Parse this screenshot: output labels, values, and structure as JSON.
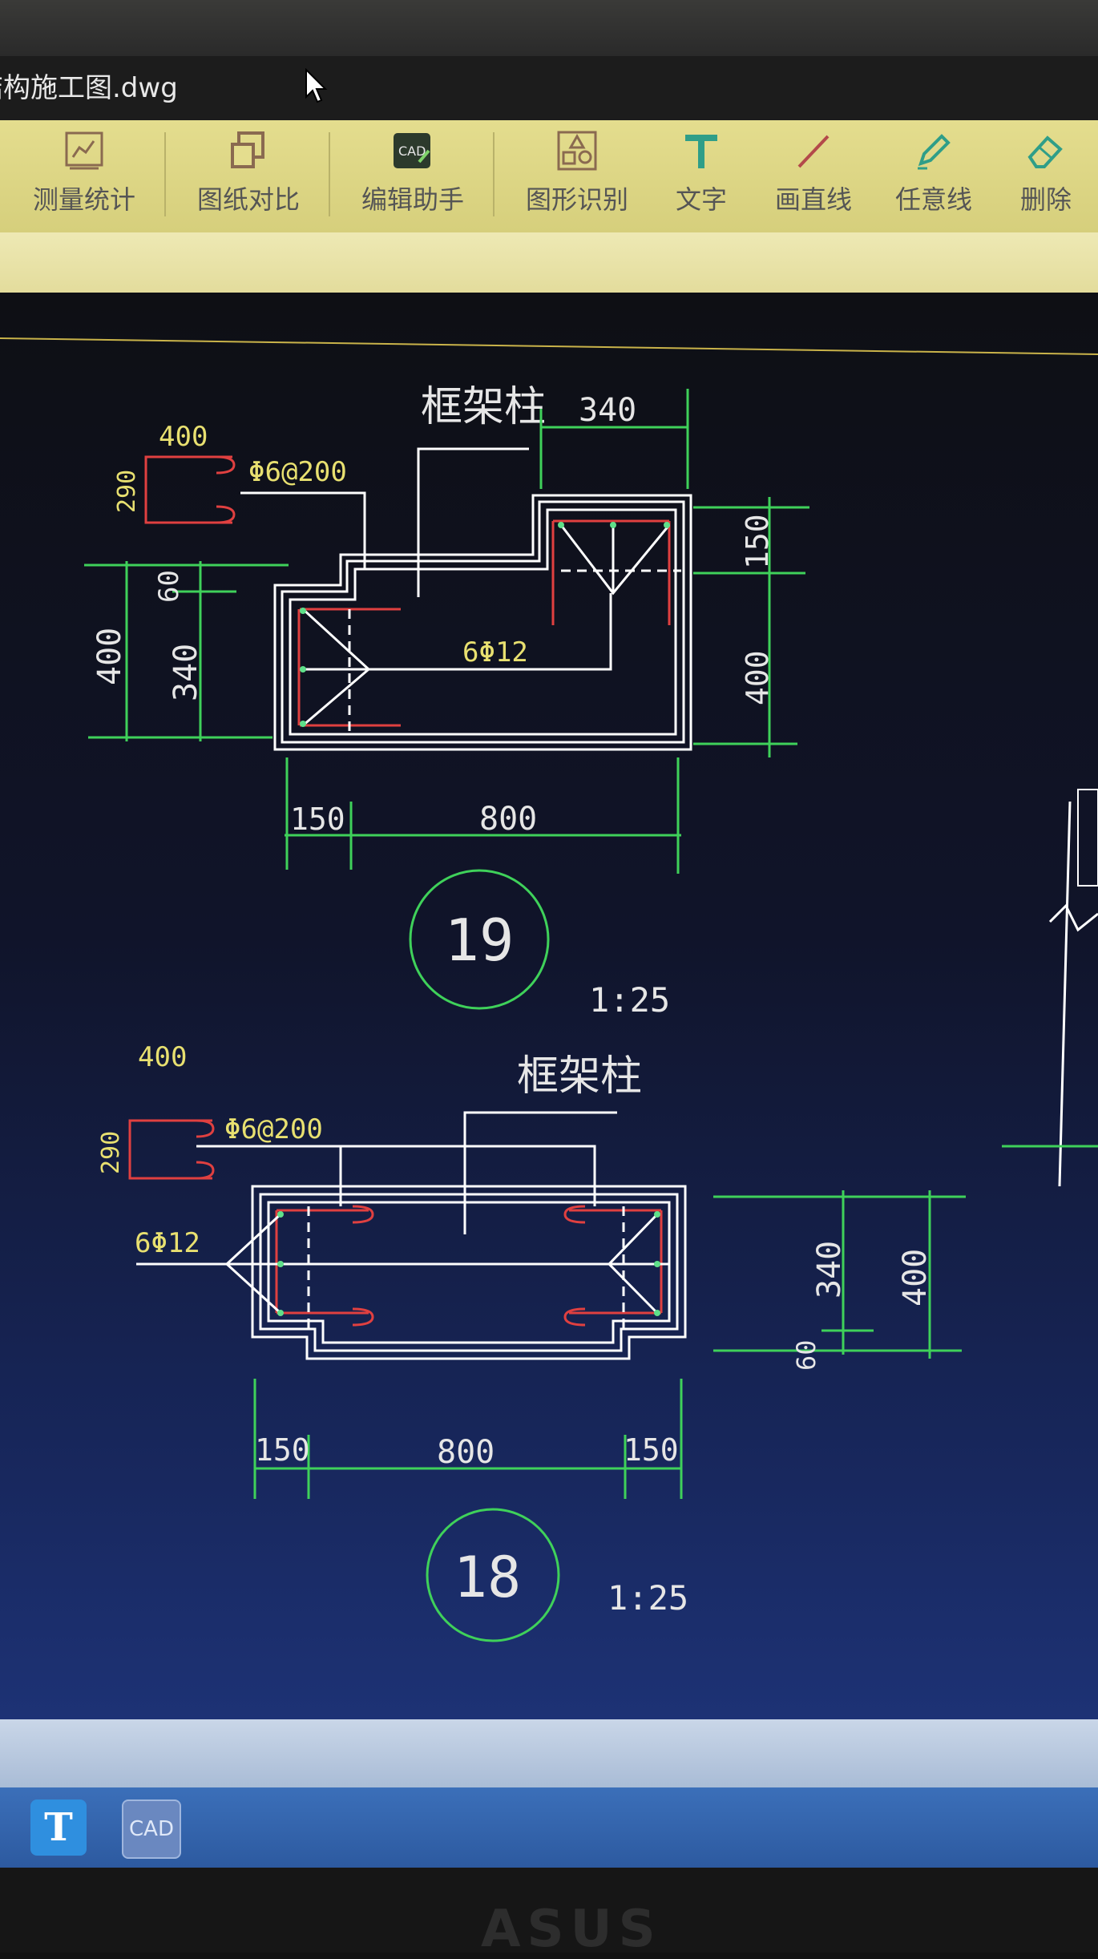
{
  "window": {
    "title": "结构施工图.dwg"
  },
  "toolbar": {
    "items": [
      {
        "label": "测量统计",
        "icon": "measure-stat-icon"
      },
      {
        "label": "图纸对比",
        "icon": "compare-icon"
      },
      {
        "label": "编辑助手",
        "icon": "cad-edit-icon"
      },
      {
        "label": "图形识别",
        "icon": "shape-recognize-icon"
      },
      {
        "label": "文字",
        "icon": "text-icon"
      },
      {
        "label": "画直线",
        "icon": "line-icon"
      },
      {
        "label": "任意线",
        "icon": "pen-icon"
      },
      {
        "label": "删除",
        "icon": "eraser-icon"
      }
    ]
  },
  "drawing": {
    "detail19": {
      "title": "框架柱",
      "stirrup_width": "400",
      "stirrup_height": "290",
      "stirrup_spec": "Φ6@200",
      "rebar_spec": "6Φ12",
      "dim_top": "340",
      "dim_right_top": "150",
      "dim_right": "400",
      "dim_left_outer": "400",
      "dim_left_top": "60",
      "dim_left_inner": "340",
      "dim_bottom_left": "150",
      "dim_bottom": "800",
      "detail_no": "19",
      "scale": "1:25"
    },
    "detail18": {
      "title": "框架柱",
      "stirrup_width": "400",
      "stirrup_height": "290",
      "stirrup_spec": "Φ6@200",
      "rebar_spec": "6Φ12",
      "dim_right_inner": "340",
      "dim_right_outer": "400",
      "dim_right_small": "60",
      "dim_bottom_left": "150",
      "dim_bottom": "800",
      "dim_bottom_right": "150",
      "detail_no": "18",
      "scale": "1:25"
    }
  },
  "taskbar": {
    "apps": [
      {
        "label": "T",
        "icon": "text-app-icon"
      },
      {
        "label": "CAD",
        "icon": "cad-app-icon"
      }
    ]
  },
  "brand": "ASUS"
}
